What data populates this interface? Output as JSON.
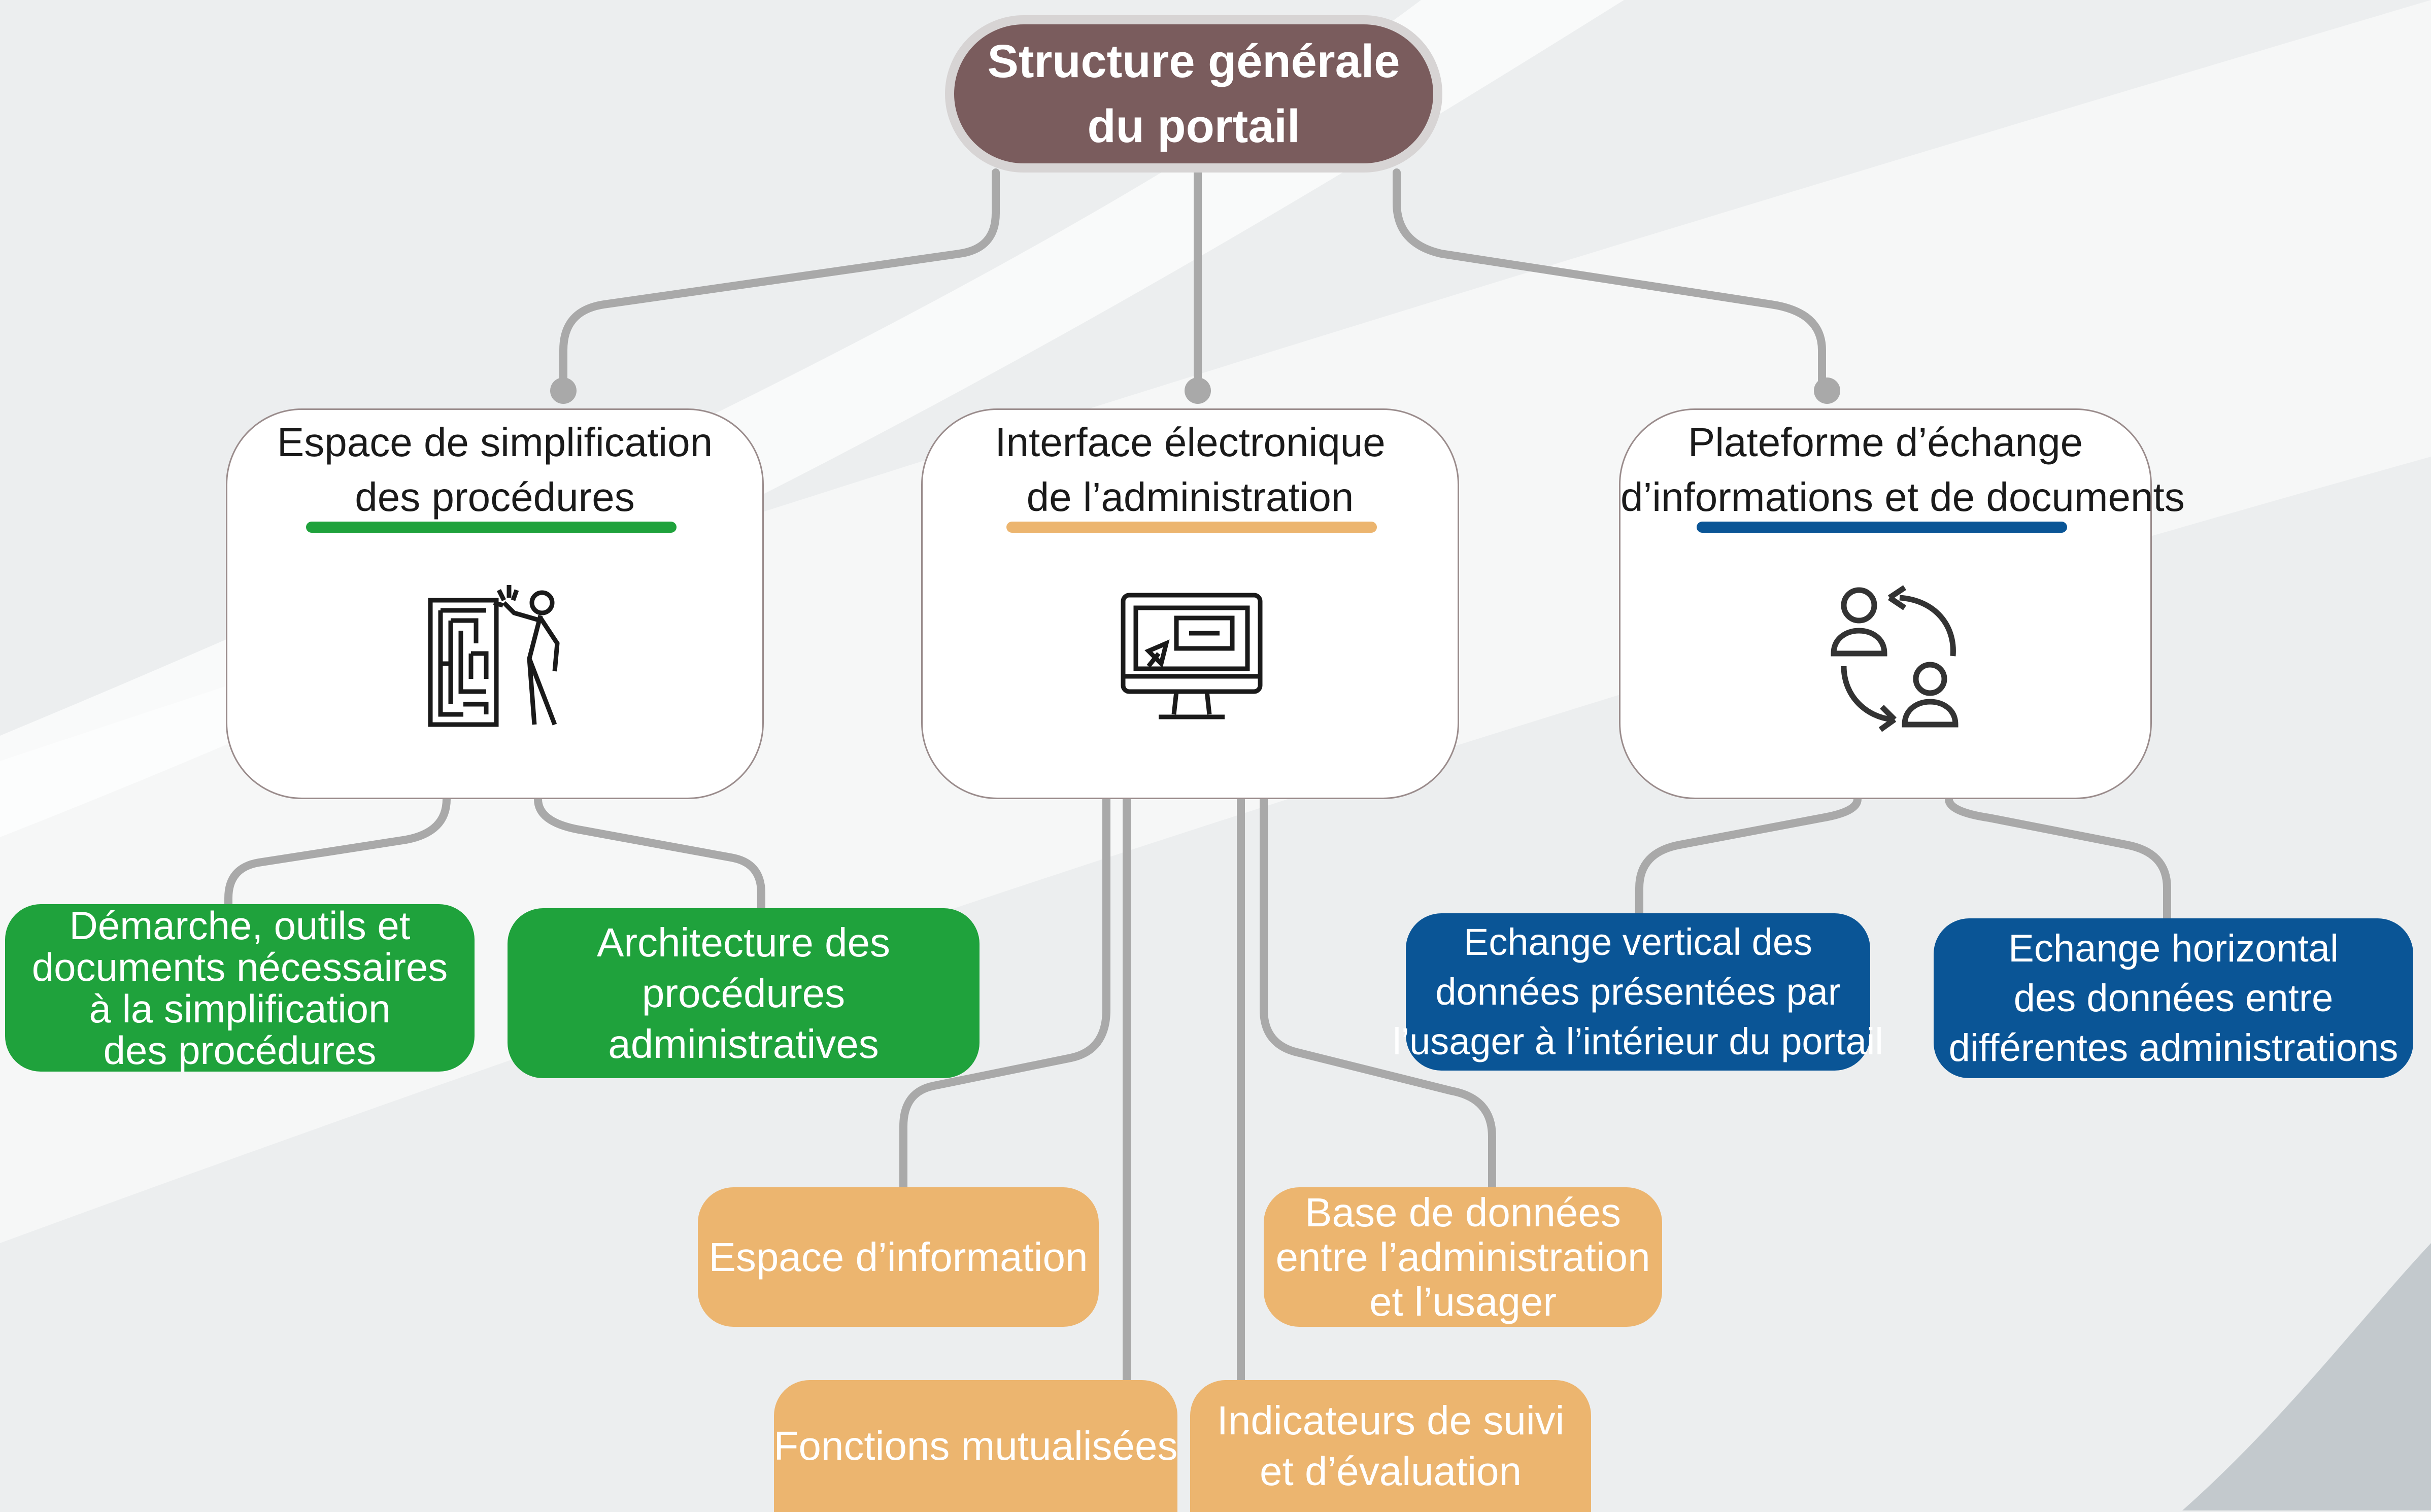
{
  "diagram": {
    "root": {
      "lines": [
        "Structure générale",
        "du portail"
      ]
    },
    "branches": [
      {
        "id": "simplification",
        "title_lines": [
          "Espace de simplification",
          "des procédures"
        ],
        "accent": "#1fa23c",
        "icon": "maze-person-icon",
        "children": [
          {
            "lines": [
              "Démarche, outils et",
              "documents nécessaires",
              "à la simplification",
              "des procédures"
            ]
          },
          {
            "lines": [
              "Architecture des",
              "procédures",
              "administratives"
            ]
          }
        ]
      },
      {
        "id": "interface",
        "title_lines": [
          "Interface électronique",
          "de l’administration"
        ],
        "accent": "#ecb56f",
        "icon": "computer-monitor-icon",
        "children": [
          {
            "lines": [
              "Espace d’information"
            ]
          },
          {
            "lines": [
              "Base de données",
              "entre l’administration",
              "et l’usager"
            ]
          },
          {
            "lines": [
              "Fonctions mutualisées"
            ]
          },
          {
            "lines": [
              "Indicateurs de suivi",
              "et d’évaluation"
            ]
          }
        ]
      },
      {
        "id": "echange",
        "title_lines": [
          "Plateforme d’échange",
          "d’informations et de documents"
        ],
        "accent": "#0a5596",
        "icon": "user-exchange-icon",
        "children": [
          {
            "lines": [
              "Echange vertical des",
              "données présentées par",
              "l’usager à l’intérieur du portail"
            ]
          },
          {
            "lines": [
              "Echange horizontal",
              "des données entre",
              "différentes administrations"
            ]
          }
        ]
      }
    ],
    "colors": {
      "root": "#7a5c5d",
      "connector": "#a9a9a9",
      "card_border": "#9a8c8c"
    }
  }
}
